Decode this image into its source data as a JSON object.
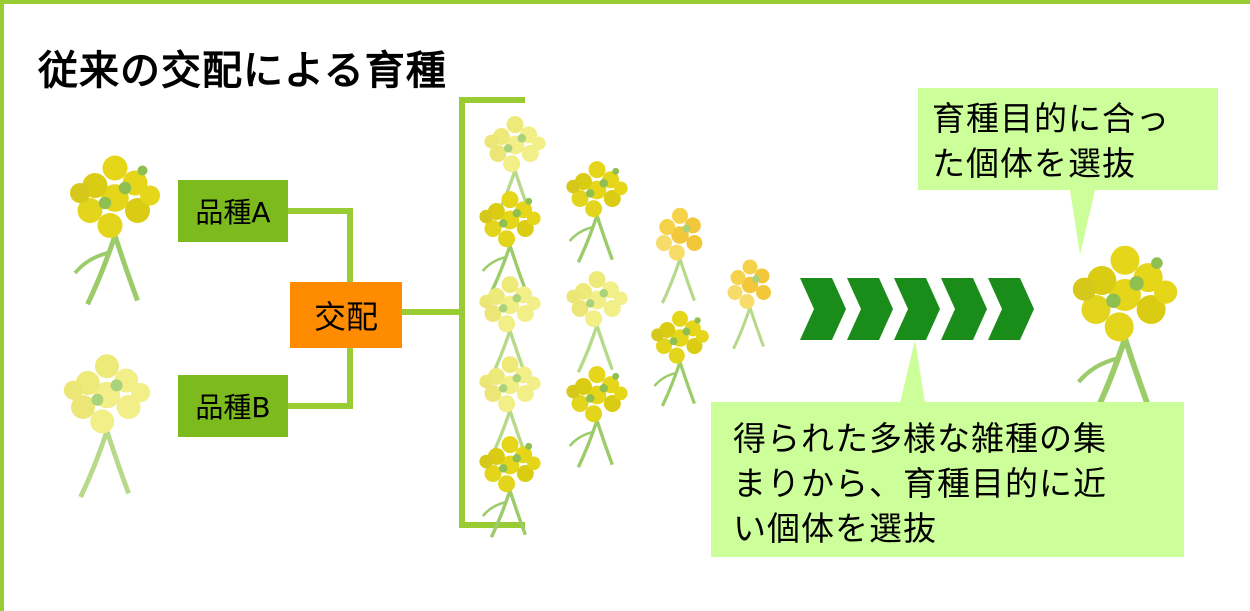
{
  "title": "従来の交配による育種",
  "parents": {
    "a_label": "品種A",
    "b_label": "品種B"
  },
  "cross_label": "交配",
  "callouts": {
    "selection_goal": "育種目的に合った個体を選抜",
    "selection_goal_lines": [
      "育種目的に合っ",
      "た個体を選抜"
    ],
    "hybrid_selection": "得られた多様な雑種の集まりから、育種目的に近い個体を選抜",
    "hybrid_selection_lines": [
      "得られた多様な雑種の集",
      "まりから、育種目的に近",
      "い個体を選抜"
    ]
  },
  "colors": {
    "frame": "#99cc33",
    "parent_box": "#7dba1e",
    "cross_box": "#ff8c00",
    "connector": "#99cc33",
    "arrow": "#1a8c1a",
    "callout": "#ccff99",
    "flower_yellow": "#e6d61a",
    "flower_pale": "#f2ee88",
    "stem": "#9ccc6a"
  },
  "icons": {
    "flower": "rapeseed-flower-icon",
    "arrow": "chevron-arrow-icon"
  }
}
